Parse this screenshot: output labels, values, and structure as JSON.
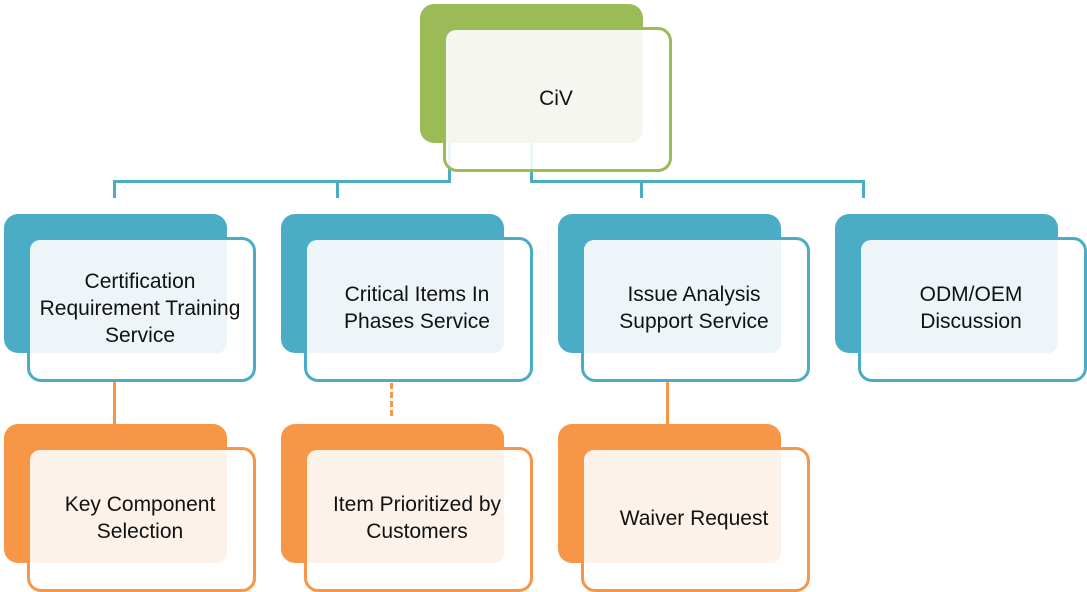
{
  "diagram": {
    "type": "org-chart",
    "colors": {
      "root": "#9bbb59",
      "level1": "#4bacc6",
      "level2": "#f79646"
    },
    "root": {
      "label": "CiV"
    },
    "level1": [
      {
        "label": "Certification Requirement Training Service"
      },
      {
        "label": "Critical Items In Phases Service"
      },
      {
        "label": "Issue Analysis Support Service"
      },
      {
        "label": "ODM/OEM Discussion"
      }
    ],
    "level2": [
      {
        "label": "Key Component Selection",
        "parent": 0,
        "connector": "solid"
      },
      {
        "label": "Item Prioritized by Customers",
        "parent": 1,
        "connector": "dashed"
      },
      {
        "label": "Waiver Request",
        "parent": 2,
        "connector": "solid"
      }
    ]
  }
}
